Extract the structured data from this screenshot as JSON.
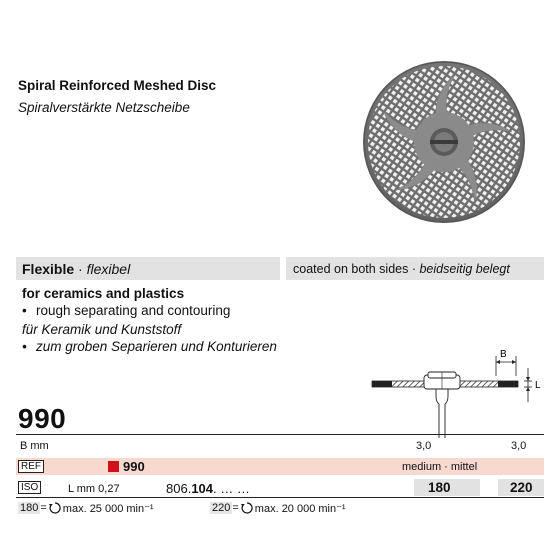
{
  "product": {
    "title": "Spiral Reinforced Meshed Disc",
    "subtitle": "Spiralverstärkte Netzscheibe"
  },
  "features": {
    "flex_en": "Flexible",
    "flex_sep": " · ",
    "flex_de": "flexibel",
    "coat_en": "coated on both sides",
    "coat_sep": " · ",
    "coat_de": "beidseitig belegt"
  },
  "uses": {
    "heading_en": "for ceramics and plastics",
    "item_en": "rough separating and contouring",
    "heading_de": "für Keramik und Kunststoff",
    "item_de": "zum groben Separieren und Konturieren"
  },
  "diagram": {
    "label_b": "B",
    "label_l": "L"
  },
  "ref_number": "990",
  "table": {
    "b_label": "B mm",
    "b_values": [
      "3,0",
      "3,0"
    ],
    "ref_label": "REF",
    "ref_value": "990",
    "grade": "medium · mittel",
    "iso_label": "ISO",
    "l_label": "L mm 0,27",
    "iso_prefix": "806.",
    "iso_bold": "104",
    "iso_suffix": ". … …",
    "sizes": [
      "180",
      "220"
    ]
  },
  "speeds": [
    {
      "size": "180",
      "eq": "=",
      "text": "max. 25 000 min⁻¹"
    },
    {
      "size": "220",
      "eq": "=",
      "text": "max. 20 000 min⁻¹"
    }
  ],
  "colors": {
    "ref_row": "#f7d9cf",
    "gray_fill": "#e2e2e2",
    "ref_marker": "#d0101a"
  }
}
